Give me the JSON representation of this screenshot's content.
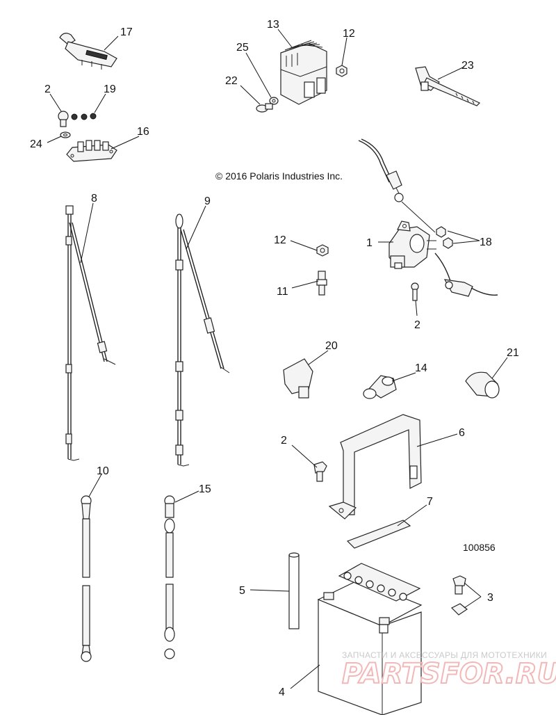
{
  "copyright": "© 2016 Polaris Industries Inc.",
  "diagram_number": "100856",
  "watermark": {
    "tagline": "ЗАПЧАСТИ И АКСЕССУАРЫ ДЛЯ МОТОТЕХНИКИ",
    "logo": "PARTSFOR.RU"
  },
  "callouts": [
    {
      "id": "c17a",
      "text": "17"
    },
    {
      "id": "c2a",
      "text": "2"
    },
    {
      "id": "c19",
      "text": "19"
    },
    {
      "id": "c24",
      "text": "24"
    },
    {
      "id": "c16",
      "text": "16"
    },
    {
      "id": "c13",
      "text": "13"
    },
    {
      "id": "c25",
      "text": "25"
    },
    {
      "id": "c12a",
      "text": "12"
    },
    {
      "id": "c22",
      "text": "22"
    },
    {
      "id": "c23",
      "text": "23"
    },
    {
      "id": "c8",
      "text": "8"
    },
    {
      "id": "c9",
      "text": "9"
    },
    {
      "id": "c12b",
      "text": "12"
    },
    {
      "id": "c1",
      "text": "1"
    },
    {
      "id": "c18",
      "text": "18"
    },
    {
      "id": "c11",
      "text": "11"
    },
    {
      "id": "c2b",
      "text": "2"
    },
    {
      "id": "c20",
      "text": "20"
    },
    {
      "id": "c14",
      "text": "14"
    },
    {
      "id": "c21",
      "text": "21"
    },
    {
      "id": "c2c",
      "text": "2"
    },
    {
      "id": "c6",
      "text": "6"
    },
    {
      "id": "c10",
      "text": "10"
    },
    {
      "id": "c15",
      "text": "15"
    },
    {
      "id": "c7",
      "text": "7"
    },
    {
      "id": "c5",
      "text": "5"
    },
    {
      "id": "c3",
      "text": "3"
    },
    {
      "id": "c4",
      "text": "4"
    }
  ]
}
